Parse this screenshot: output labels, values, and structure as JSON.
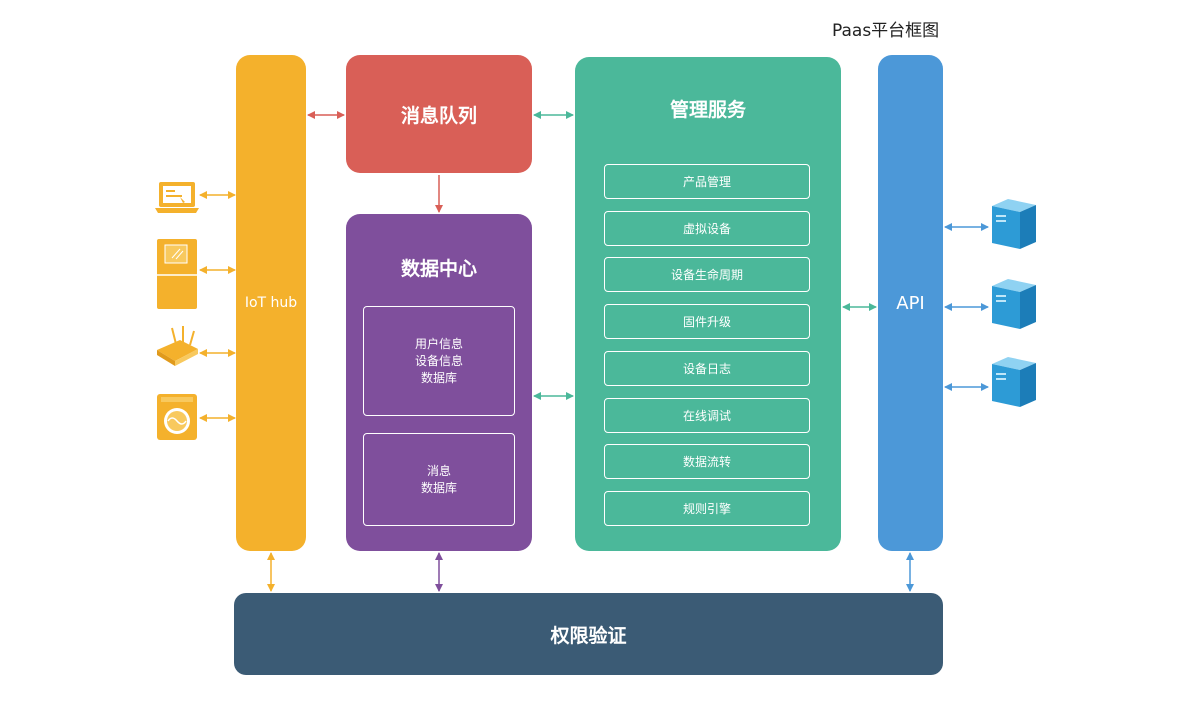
{
  "title": "Paas平台框图",
  "iot_hub": {
    "label": "IoT hub"
  },
  "message_queue": {
    "label": "消息队列"
  },
  "data_center": {
    "label": "数据中心",
    "databases": [
      {
        "lines": [
          "用户信息",
          "设备信息",
          "数据库"
        ]
      },
      {
        "lines": [
          "消息",
          "数据库"
        ]
      }
    ]
  },
  "management": {
    "label": "管理服务",
    "services": [
      "产品管理",
      "虚拟设备",
      "设备生命周期",
      "固件升级",
      "设备日志",
      "在线调试",
      "数据流转",
      "规则引擎"
    ]
  },
  "api": {
    "label": "API"
  },
  "auth": {
    "label": "权限验证"
  },
  "devices": [
    "laptop-icon",
    "fridge-icon",
    "router-icon",
    "washing-machine-icon"
  ],
  "servers": [
    "server-icon",
    "server-icon",
    "server-icon"
  ],
  "colors": {
    "hub": "#F4B12C",
    "queue": "#D95F57",
    "data_center": "#7F4F9C",
    "management": "#4BB89A",
    "api": "#4C98D8",
    "auth": "#3B5B75"
  }
}
